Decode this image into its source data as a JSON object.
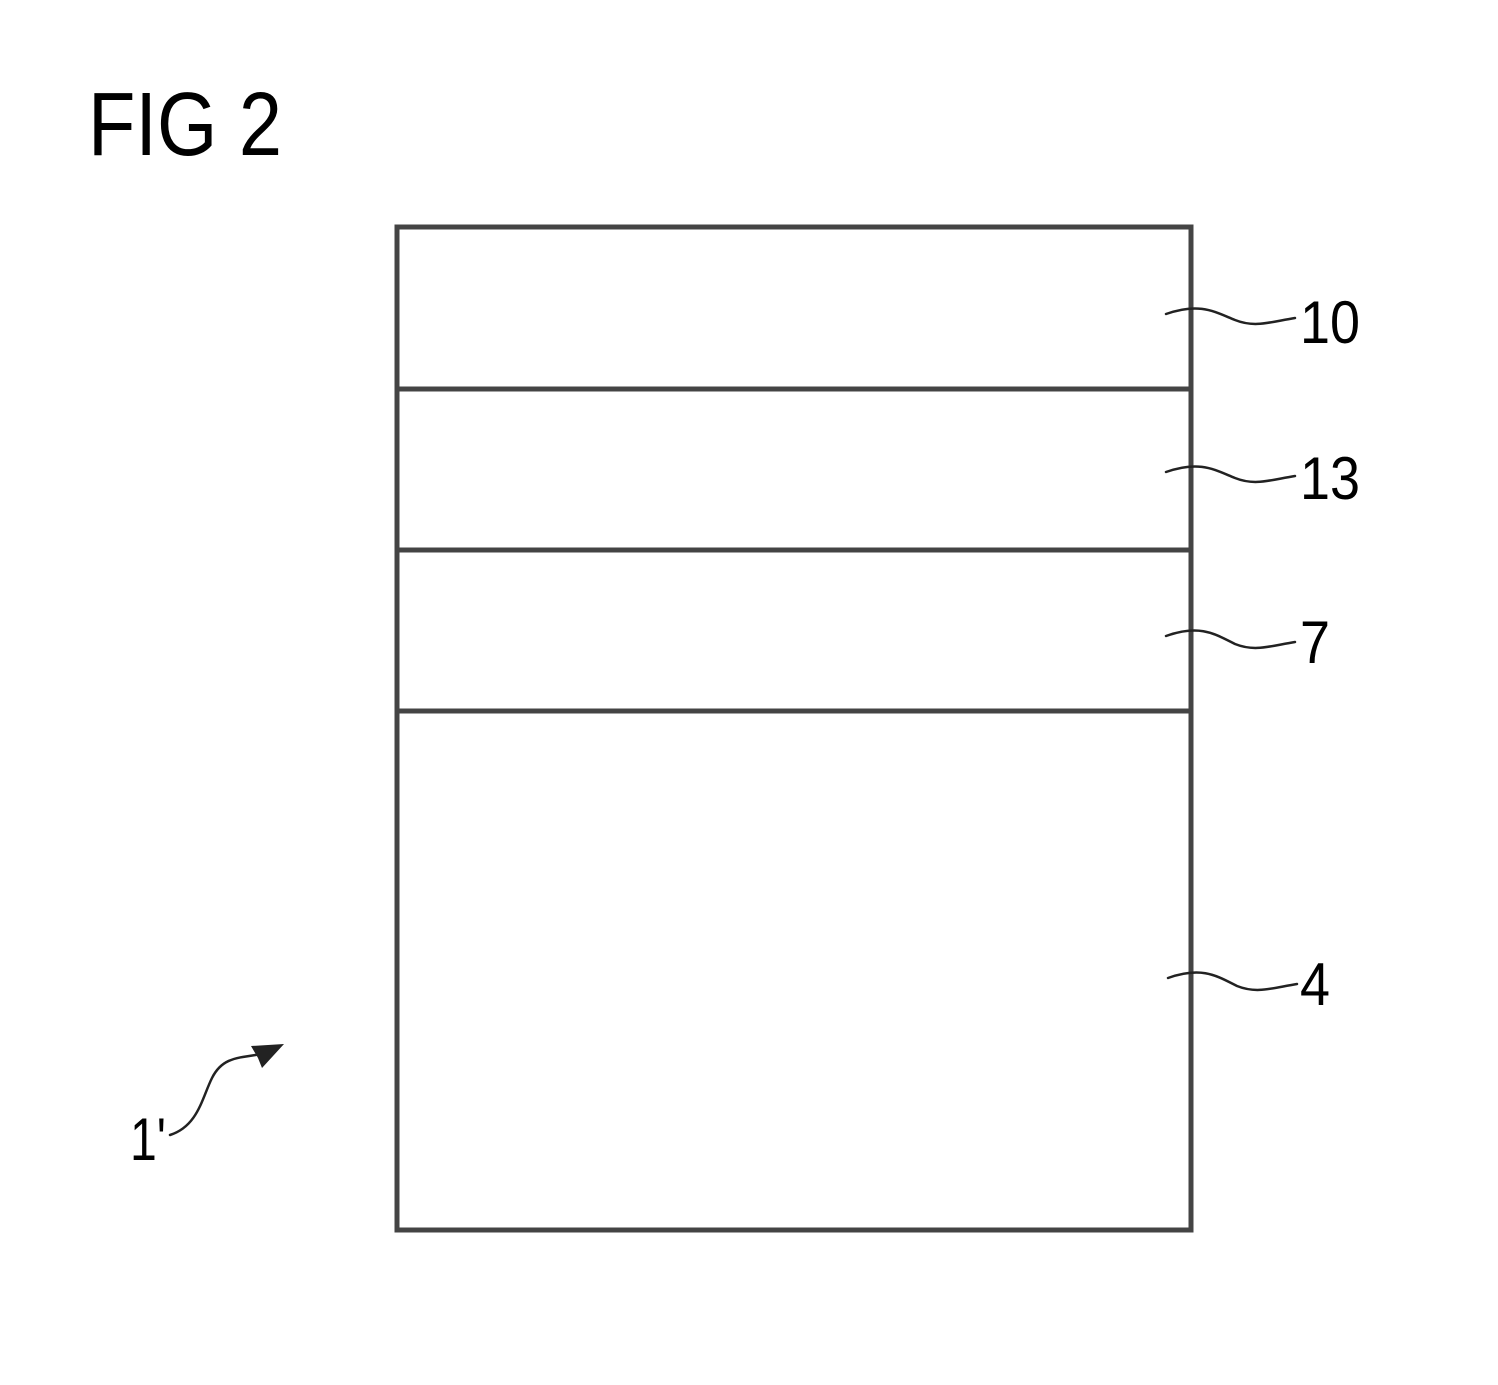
{
  "figure": {
    "title": "FIG 2",
    "device_label": "1'"
  },
  "layers": [
    {
      "id": "layer-10",
      "label": "10"
    },
    {
      "id": "layer-13",
      "label": "13"
    },
    {
      "id": "layer-7",
      "label": "7"
    },
    {
      "id": "layer-4",
      "label": "4"
    }
  ],
  "colors": {
    "line": "#444444",
    "text": "#000000",
    "background": "#ffffff"
  }
}
